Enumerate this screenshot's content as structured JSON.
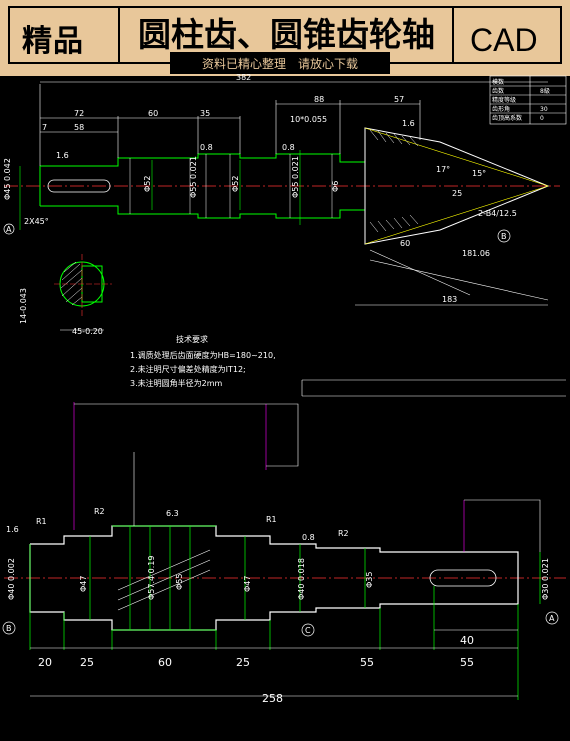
{
  "banner": {
    "left": "精品",
    "title": "圆柱齿、圆锥齿轮轴",
    "right": "CAD",
    "subtitle": "资料已精心整理　请放心下载"
  },
  "top_drawing": {
    "dims": {
      "overall": "382",
      "d72": "72",
      "d60": "60",
      "d35": "35",
      "d88": "88",
      "d57": "57",
      "d7": "7",
      "d58": "58",
      "chamfer": "2X45°",
      "tol": "10*0.055",
      "d60b": "60",
      "d181": "181.06",
      "d183": "183",
      "angle1": "17°",
      "angle2": "15°",
      "d25": "25",
      "taper": "2-B4/12.5",
      "keyw": "45-0.20",
      "keyd": "14-0.043",
      "ra1": "1.6",
      "ra2": "0.8",
      "ra3": "0.8",
      "ra4": "1.6",
      "ph1": "Φ45 0.042",
      "ph2": "Φ52",
      "ph3": "Φ55 0.021",
      "ph4": "Φ52",
      "ph5": "Φ55 0.021",
      "ph6": "Φ6",
      "markA": "A",
      "markB": "B"
    },
    "table": {
      "rows": [
        "模数",
        "齿数",
        "精度等级",
        "齿形角",
        "齿顶高系数"
      ],
      "vals": [
        "",
        "8級",
        "",
        "30",
        "0"
      ]
    },
    "notes_title": "技术要求",
    "notes": [
      "1.调质处理后齿面硬度为HB=180~210,",
      "2.未注明尺寸偏差处精度为IT12;",
      "3.未注明圆角半径为2mm"
    ]
  },
  "bottom_drawing": {
    "dims": {
      "overall": "258",
      "s20": "20",
      "s25a": "25",
      "s60": "60",
      "s25b": "25",
      "s55a": "55",
      "s55b": "55",
      "s40": "40",
      "r1a": "R1",
      "r2a": "R2",
      "r1b": "R1",
      "r2b": "R2",
      "ra16": "1.6",
      "ra63": "6.3",
      "ra08": "0.8",
      "p1": "Φ40 0.002",
      "p2": "Φ47",
      "p3": "Φ57.4 0.19",
      "p4": "Φ55",
      "p5": "Φ47",
      "p6": "Φ40 0.018",
      "p7": "Φ35",
      "p8": "Φ30 0.021",
      "markB": "B",
      "markC": "C",
      "markA": "A"
    }
  },
  "colors": {
    "banner_bg": "#e8c79a",
    "line_green": "#00ff00",
    "line_white": "#ffffff",
    "line_red": "#ff3333",
    "line_yellow": "#ffff00",
    "line_magenta": "#ff00ff",
    "line_cyan": "#00ffff"
  }
}
